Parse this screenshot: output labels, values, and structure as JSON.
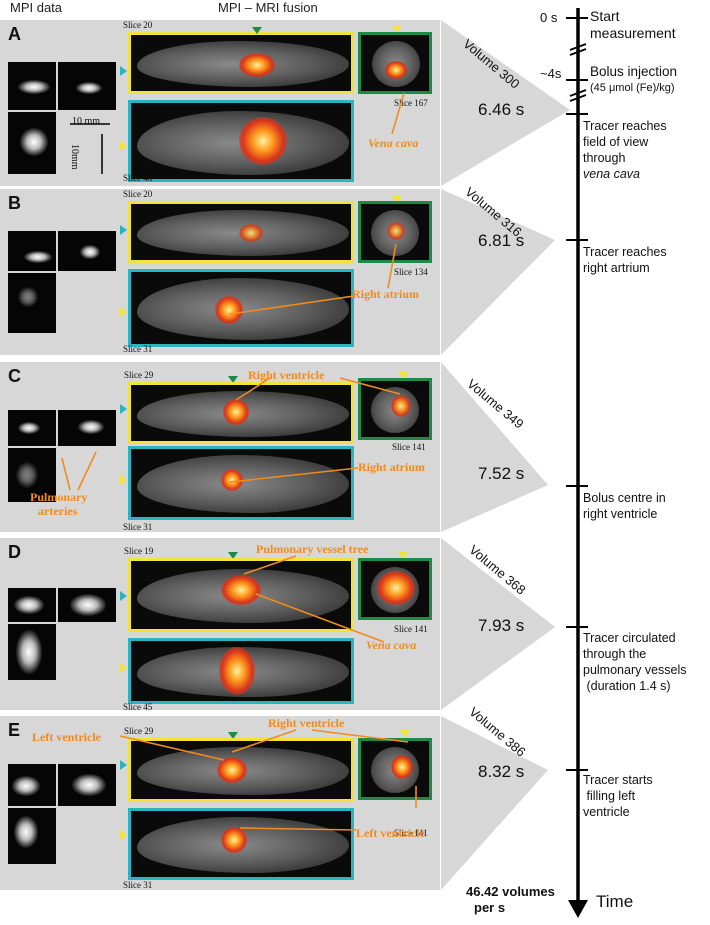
{
  "headers": {
    "mpi": "MPI data",
    "fusion": "MPI – MRI fusion"
  },
  "panels": [
    {
      "label": "A",
      "slice_top": "Slice 20",
      "slice_axial": "Slice 167",
      "slice_bottom": "Slice 48",
      "annotations": [
        "Vena cava"
      ],
      "volume": "Volume 300",
      "time": "6.46 s"
    },
    {
      "label": "B",
      "slice_top": "Slice 20",
      "slice_axial": "Slice 134",
      "slice_bottom": "Slice 31",
      "annotations": [
        "Right atrium"
      ],
      "volume": "Volume 316",
      "time": "6.81 s"
    },
    {
      "label": "C",
      "slice_top": "Slice 29",
      "slice_axial": "Slice 141",
      "slice_bottom": "Slice 31",
      "annotations": [
        "Right ventricle",
        "Right atrium",
        "Pulmonary",
        "arteries"
      ],
      "volume": "Volume 349",
      "time": "7.52 s"
    },
    {
      "label": "D",
      "slice_top": "Slice 19",
      "slice_axial": "Slice 141",
      "slice_bottom": "Slice 45",
      "annotations": [
        "Pulmonary vessel tree",
        "Vena cava"
      ],
      "volume": "Volume 368",
      "time": "7.93 s"
    },
    {
      "label": "E",
      "slice_top": "Slice 29",
      "slice_axial": "Slice 141",
      "slice_bottom": "Slice 31",
      "annotations": [
        "Left ventricle",
        "Right ventricle",
        "Left ventricle"
      ],
      "volume": "Volume 386",
      "time": "8.32 s"
    }
  ],
  "scale_bar": {
    "horizontal": "10 mm",
    "vertical": "10mm"
  },
  "timeline": {
    "t0": "0 s",
    "start": [
      "Start",
      "measurement"
    ],
    "bolus_time": "~4s",
    "bolus": [
      "Bolus injection",
      "(45 μmol (Fe)/kg)"
    ],
    "events": [
      {
        "lines": [
          "Tracer reaches",
          "field of view",
          "through"
        ],
        "italic": "vena cava"
      },
      {
        "lines": [
          "Tracer reaches",
          "right artrium"
        ]
      },
      {
        "lines": [
          "Bolus centre in",
          "right ventricle"
        ]
      },
      {
        "lines": [
          "Tracer circulated",
          "through the",
          "pulmonary vessels",
          " (duration 1.4 s)"
        ]
      },
      {
        "lines": [
          "Tracer starts",
          " filling left",
          "ventricle"
        ]
      }
    ],
    "rate": [
      "46.42 volumes",
      "per s"
    ],
    "axis_label": "Time"
  }
}
